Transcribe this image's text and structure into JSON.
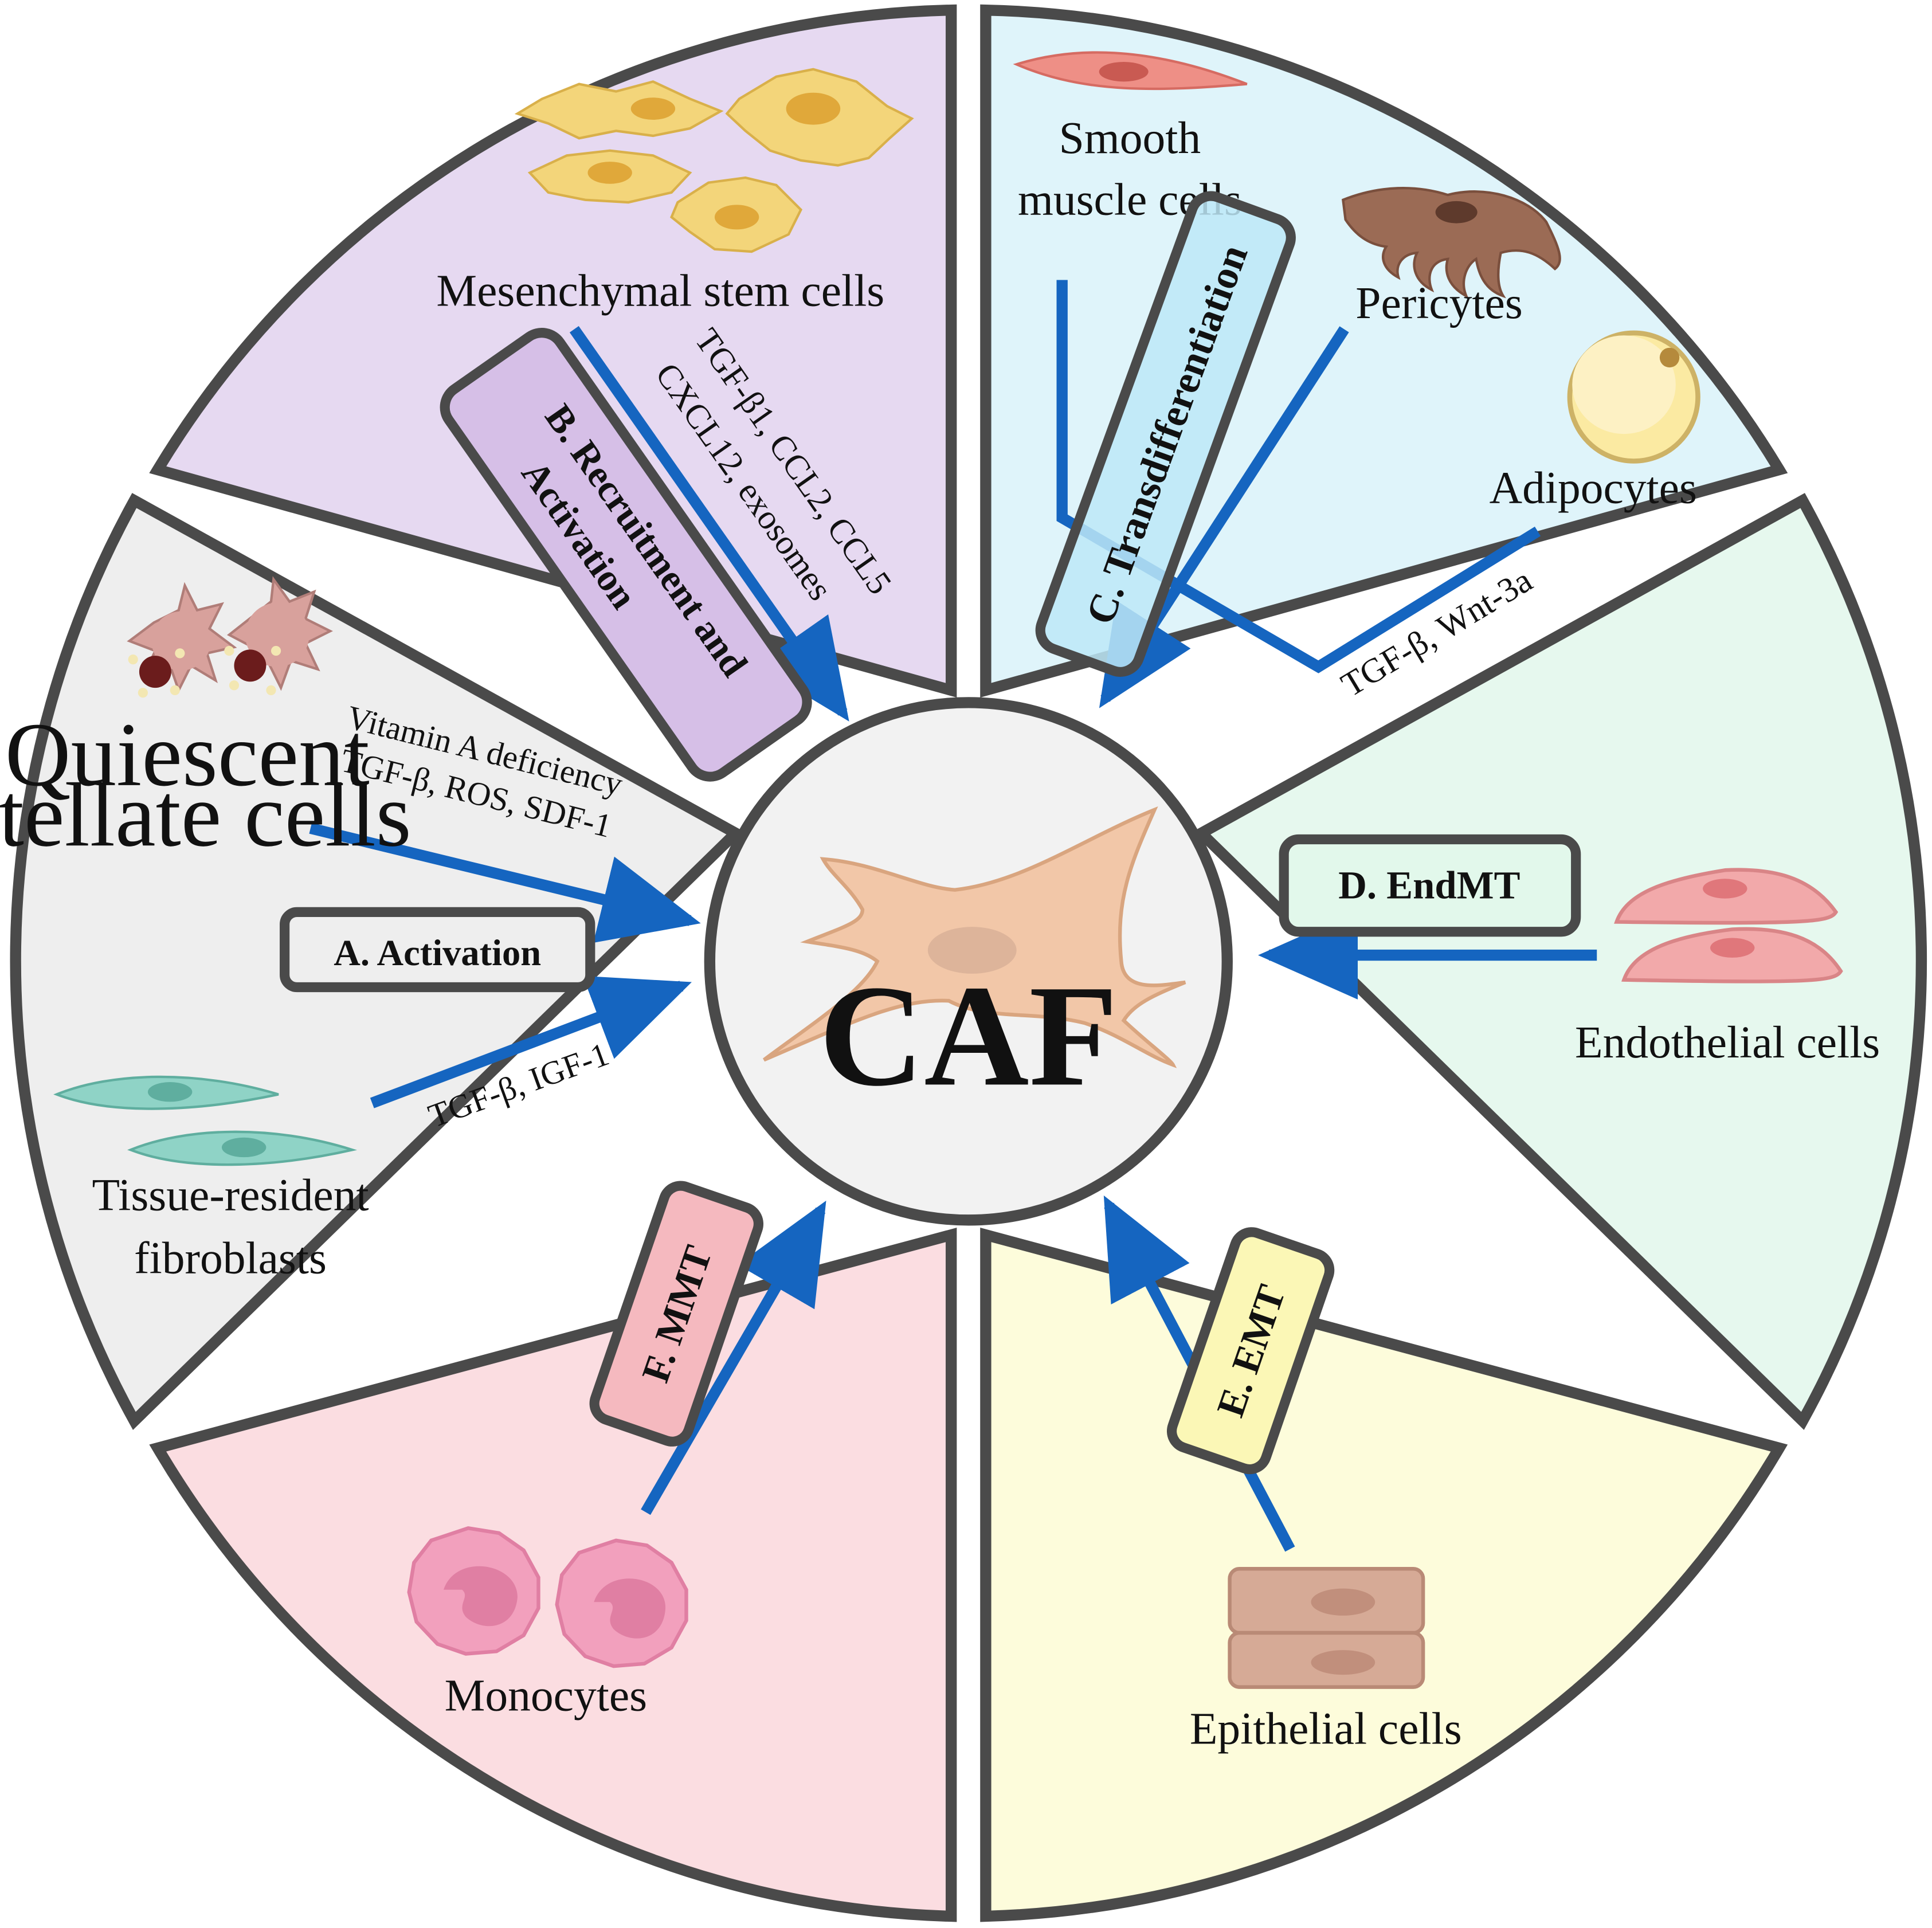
{
  "center": {
    "label": "CAF"
  },
  "colors": {
    "arrow": "#1565c0",
    "outline": "#4a4a4a",
    "center_bg": "#f2f2f2",
    "caf_cell": "#f2c7a8",
    "sector_a": "#eeeeee",
    "sector_b": "#e6d9f1",
    "sector_c": "#dff4fa",
    "sector_d": "#e6f8ee",
    "sector_e": "#fdfcdb",
    "sector_f": "#fbdde1"
  },
  "mechanisms": {
    "a": "A. Activation",
    "b_line1": "B. Recruitment and",
    "b_line2": "Activation",
    "c": "C. Transdifferentiation",
    "d": "D. EndMT",
    "e": "E. EMT",
    "f": "F. MMT"
  },
  "sources": {
    "stellate_line1": "Quiescent",
    "stellate_line2": "stellate cells",
    "fibro_line1": "Tissue-resident",
    "fibro_line2": "fibroblasts",
    "msc": "Mesenchymal stem cells",
    "smooth_line1": "Smooth",
    "smooth_line2": "muscle cells",
    "pericytes": "Pericytes",
    "adipocytes": "Adipocytes",
    "endothelial": "Endothelial cells",
    "epithelial": "Epithelial cells",
    "monocytes": "Monocytes"
  },
  "factors": {
    "stellate_line1": "Vitamin A deficiency",
    "stellate_line2": "TGF-β, ROS, SDF-1",
    "fibro": "TGF-β, IGF-1",
    "msc_line1": "TGF-β1, CCL2, CCL5",
    "msc_line2": "CXCL12, exosomes",
    "transdiff": "TGF-β, Wnt-3a"
  },
  "icons": {
    "stellate": "stellate-cell-icon",
    "fibroblast": "fibroblast-icon",
    "msc": "mesenchymal-stem-cell-icon",
    "smooth": "smooth-muscle-cell-icon",
    "pericyte": "pericyte-icon",
    "adipocyte": "adipocyte-icon",
    "endothelial": "endothelial-cell-icon",
    "epithelial": "epithelial-cell-icon",
    "monocyte": "monocyte-icon",
    "caf": "caf-cell-icon"
  }
}
